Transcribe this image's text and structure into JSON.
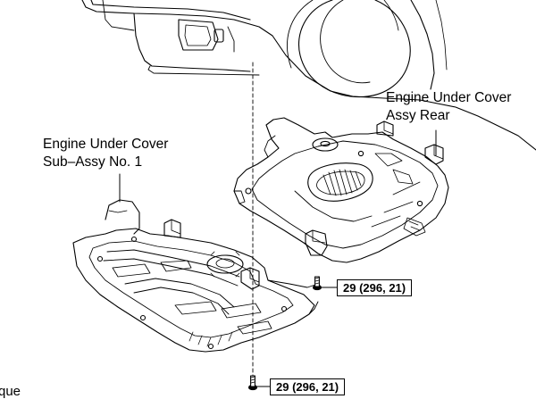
{
  "labels": {
    "front_cover": {
      "line1": "Engine Under Cover",
      "line2": "Sub–Assy No. 1"
    },
    "rear_cover": {
      "line1": "Engine Under Cover",
      "line2": "Assy Rear"
    }
  },
  "torque": {
    "rear_bolt": "29 (296, 21)",
    "front_bolt": "29 (296, 21)"
  },
  "corner_text": "que",
  "colors": {
    "line": "#000000",
    "background": "#ffffff",
    "shade": "#9a9a9a"
  }
}
